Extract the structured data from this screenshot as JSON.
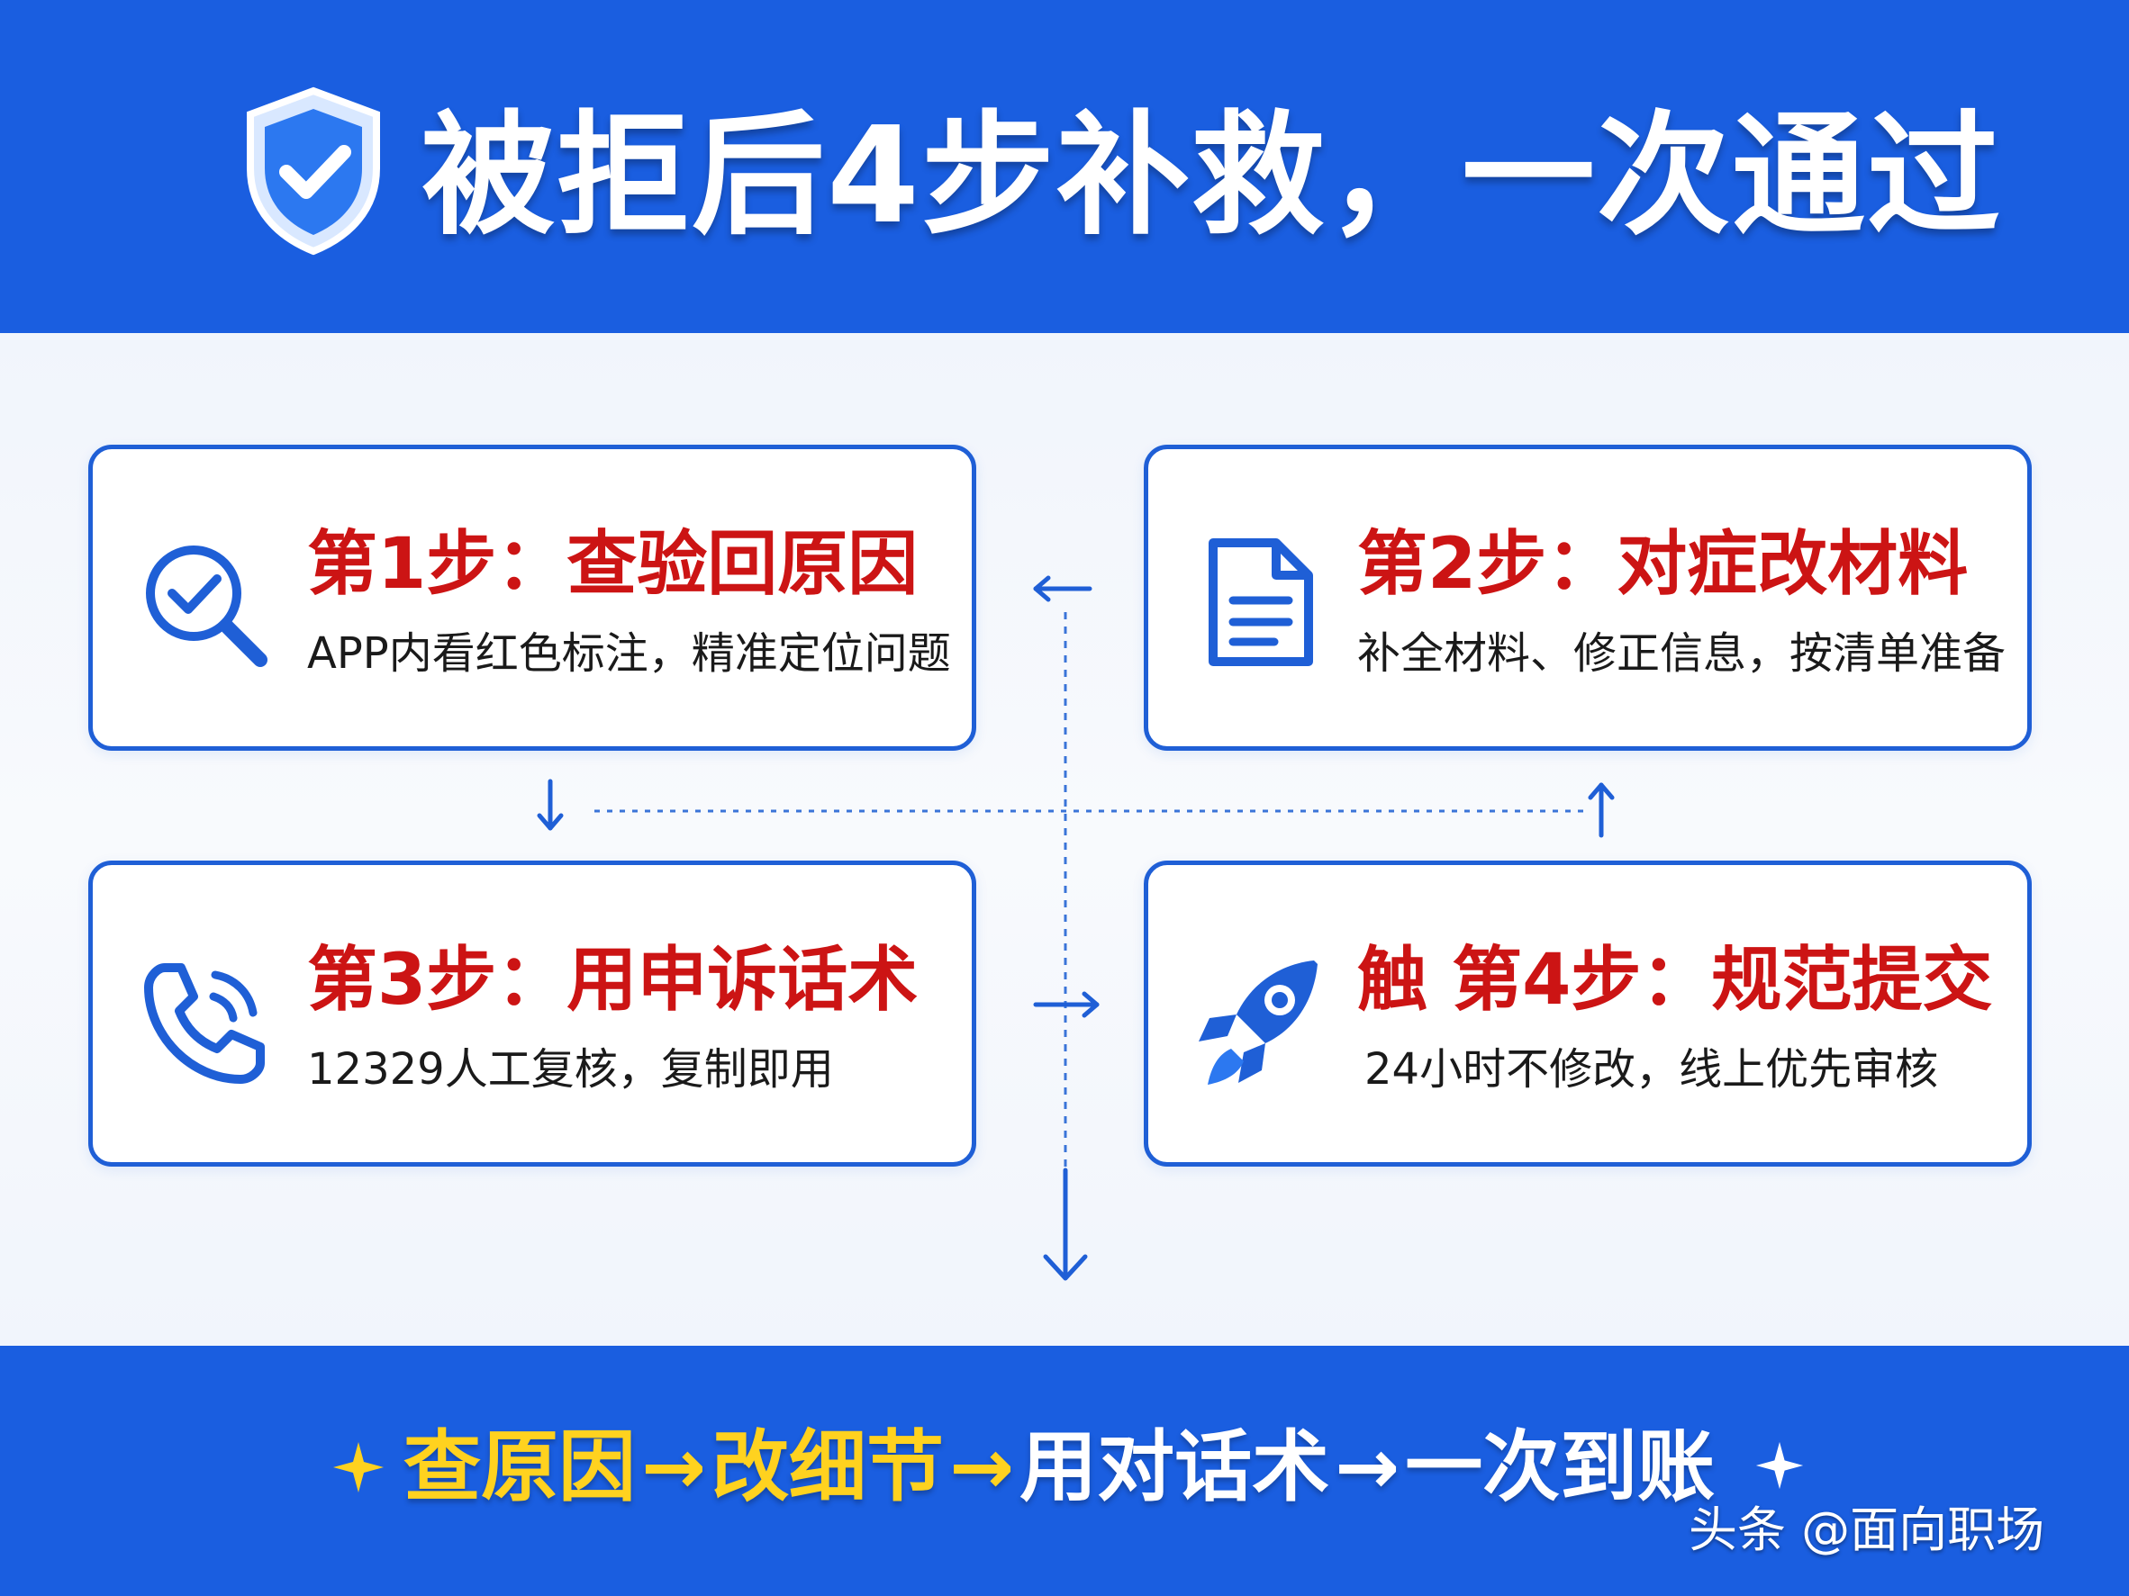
{
  "header": {
    "title": "被拒后4步补救，一次通过",
    "icon": "shield-check-icon"
  },
  "steps": [
    {
      "title": "第1步：查验回原因",
      "desc": "APP内看红色标注，精准定位问题",
      "icon": "search-check-icon"
    },
    {
      "title": "第2步：对症改材料",
      "desc": "补全材料、修正信息，按清单准备",
      "icon": "document-icon"
    },
    {
      "title": "第3步：用申诉话术",
      "desc": "12329人工复核，复制即用",
      "icon": "phone-icon"
    },
    {
      "title": "触 第4步：规范提交",
      "desc": "24小时不修改，线上优先审核",
      "icon": "rocket-icon"
    }
  ],
  "footer": {
    "slogan": {
      "part1": "查原因",
      "arrow1": "→",
      "part2": "改细节",
      "arrow2": "→",
      "part3": "用对话术",
      "arrow3": "→",
      "part4": "一次到账"
    },
    "watermark": "头条 @面向职场"
  },
  "colors": {
    "brand_blue": "#1a5ee0",
    "card_border": "#1f5fd6",
    "step_title_red": "#cc1414",
    "slogan_yellow": "#ffd21f"
  }
}
